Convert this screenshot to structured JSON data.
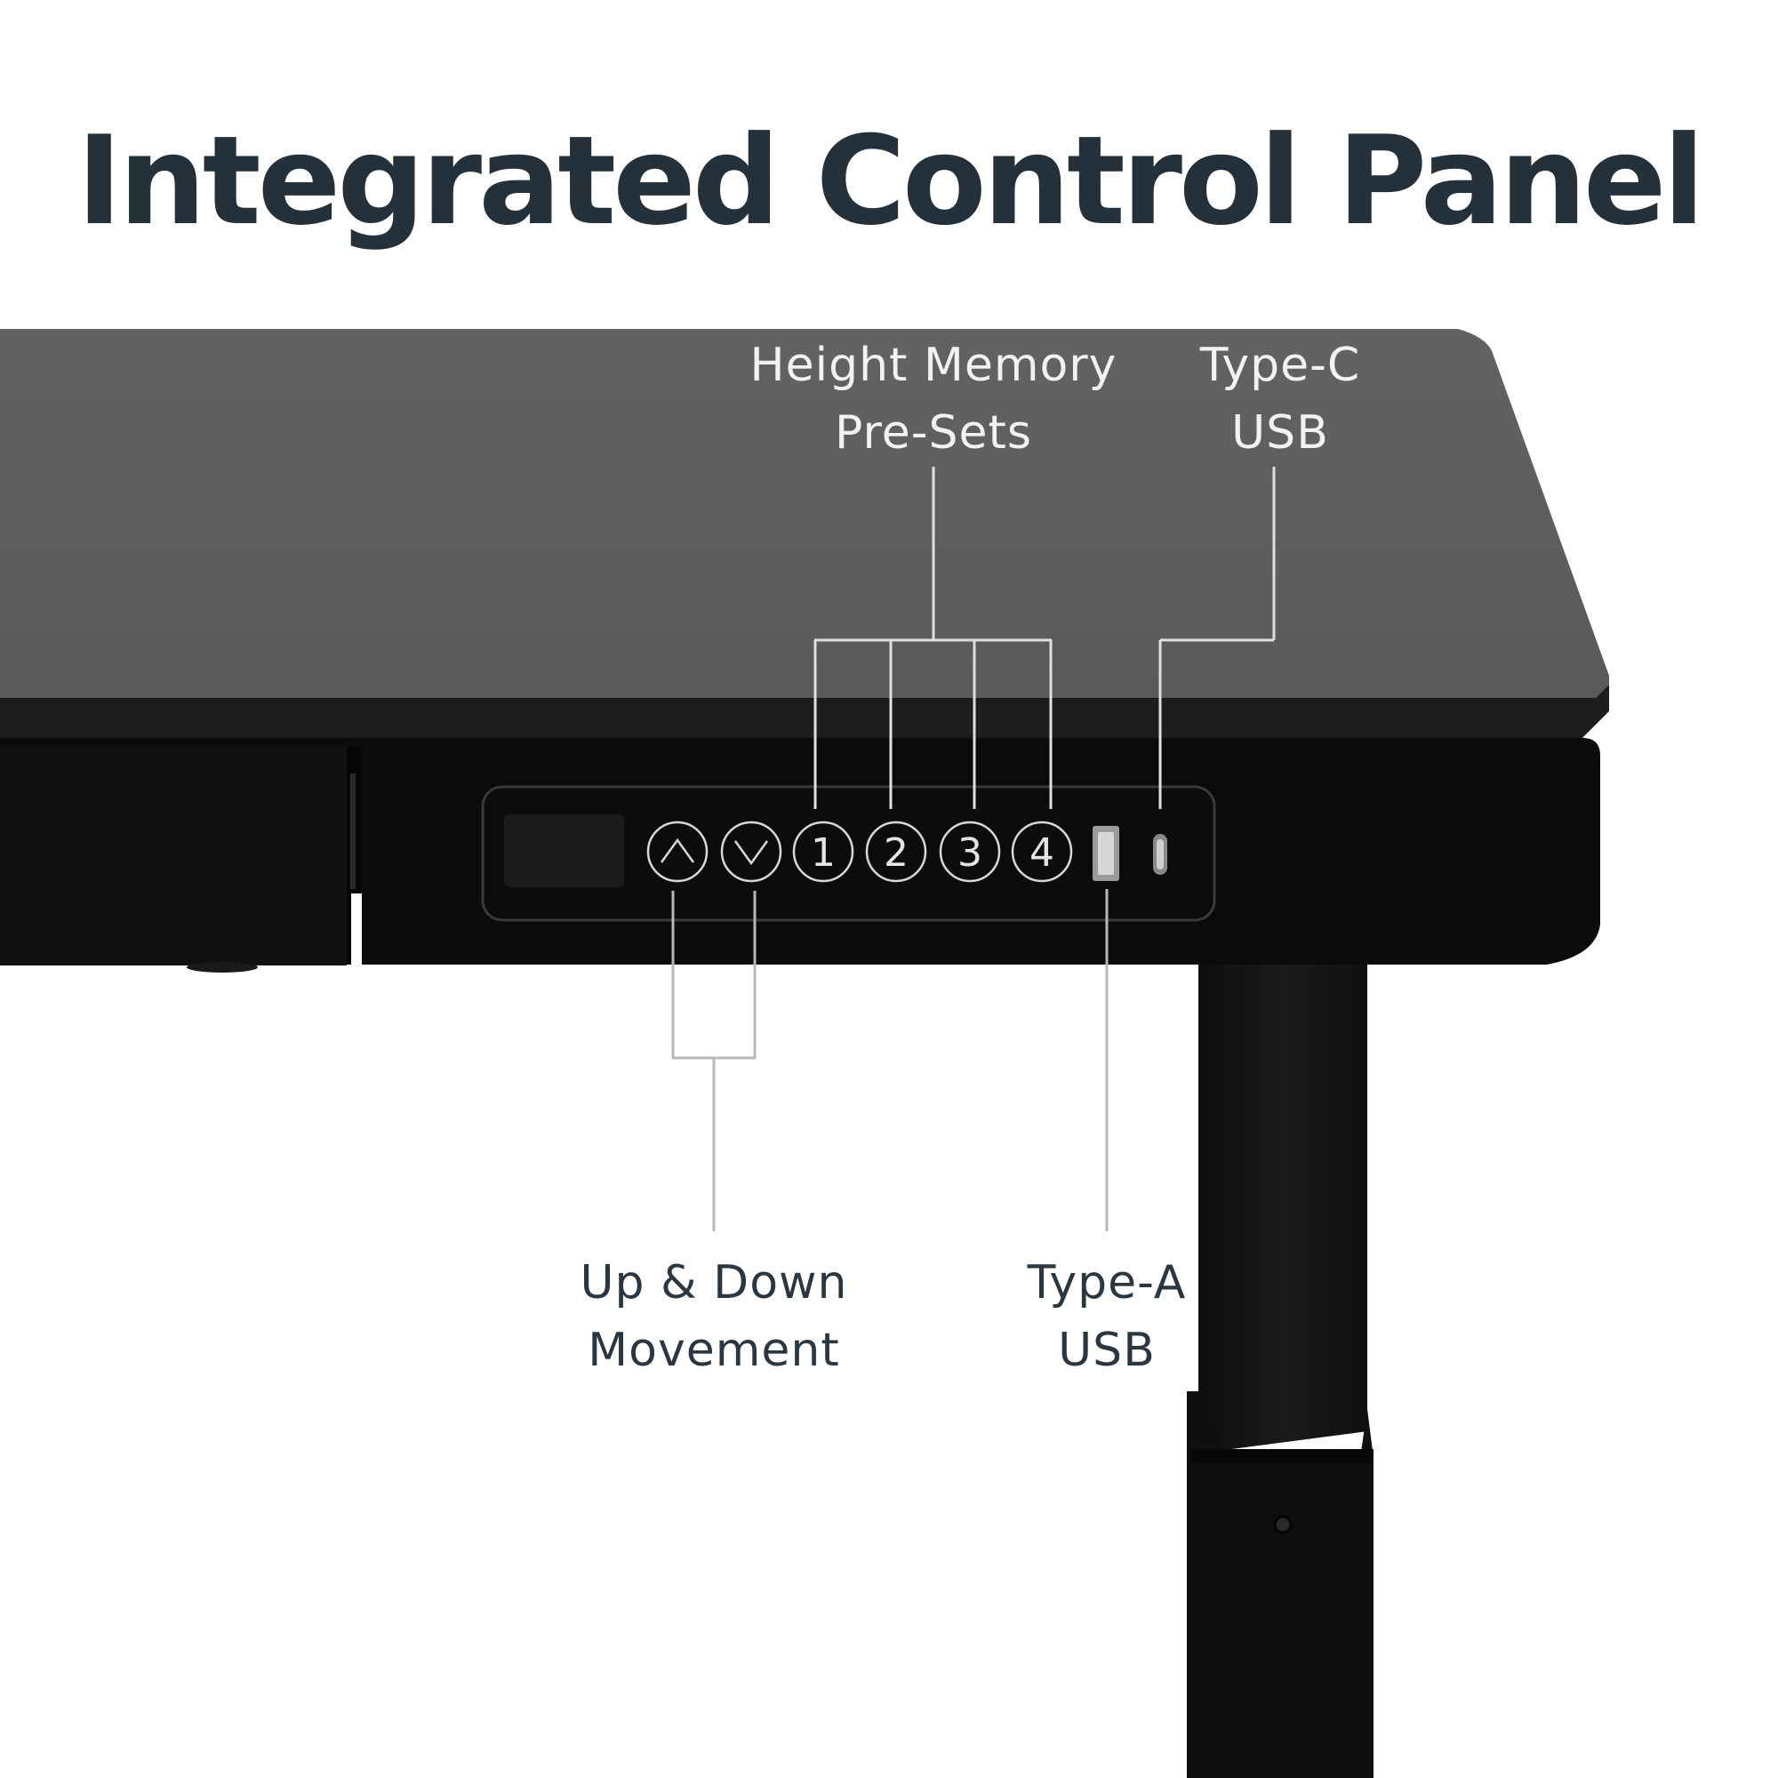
{
  "title": "Integrated Control Panel",
  "callouts": {
    "height_memory": {
      "line1": "Height Memory",
      "line2": "Pre-Sets"
    },
    "type_c": {
      "line1": "Type-C",
      "line2": "USB"
    },
    "up_down": {
      "line1": "Up & Down",
      "line2": "Movement"
    },
    "type_a": {
      "line1": "Type-A",
      "line2": "USB"
    }
  },
  "panel": {
    "presets": [
      "1",
      "2",
      "3",
      "4"
    ]
  },
  "colors": {
    "title": "#25313a",
    "desktop": "#5f5f5f",
    "frame": "#0b0b0b",
    "leg": "#151515",
    "callout_line_light": "#e0e0e0",
    "callout_line_dark": "#b8b8b8"
  }
}
